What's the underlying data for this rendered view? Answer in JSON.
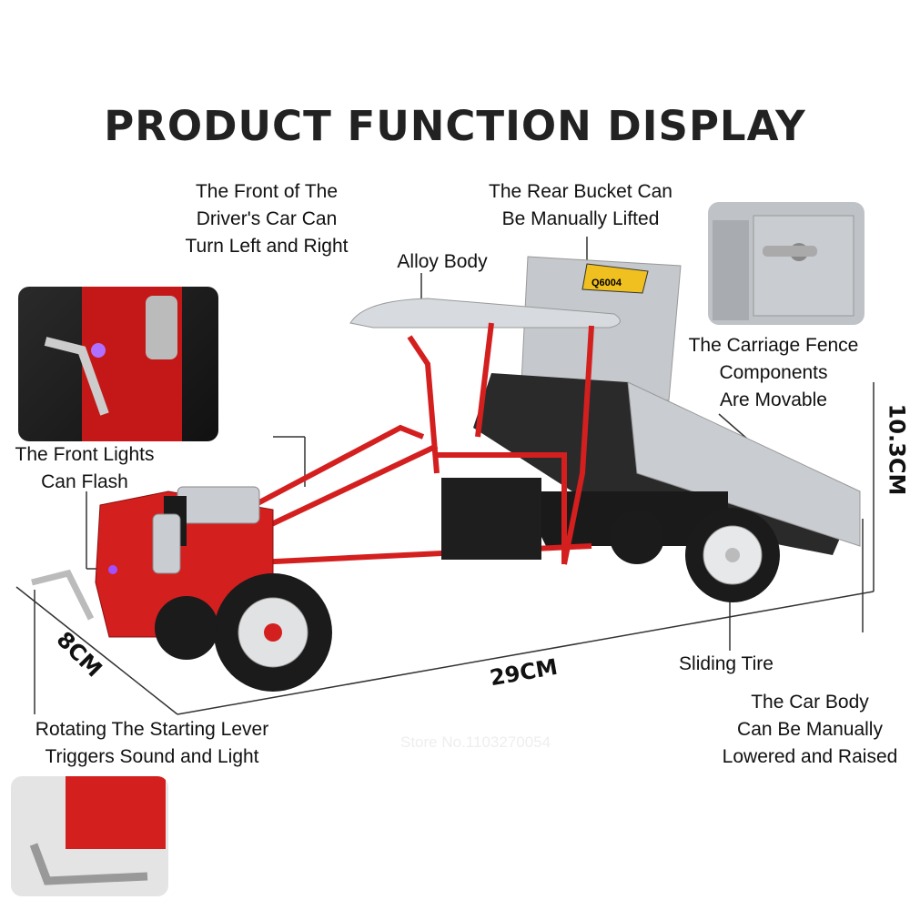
{
  "title": "PRODUCT FUNCTION DISPLAY",
  "labels": {
    "front_turn": [
      "The Front of The",
      "Driver's Car Can",
      "Turn Left and Right"
    ],
    "rear_bucket": [
      "The Rear Bucket Can",
      "Be Manually Lifted"
    ],
    "alloy_body": "Alloy Body",
    "carriage_fence": [
      "The Carriage Fence",
      "Components",
      "Are Movable"
    ],
    "front_lights": [
      "The Front Lights",
      "Can Flash"
    ],
    "sliding_tire": "Sliding Tire",
    "car_body": [
      "The Car Body",
      "Can Be Manually",
      "Lowered and Raised"
    ],
    "starting_lever": [
      "Rotating The Starting Lever",
      "Triggers Sound and Light"
    ]
  },
  "dimensions": {
    "height": "10.3CM",
    "width": "8CM",
    "length": "29CM"
  },
  "plate": "Q6004",
  "watermark": "Store No.1103270054",
  "colors": {
    "red": "#d41f1f",
    "gray": "#c9ccd0",
    "dark": "#222222"
  }
}
